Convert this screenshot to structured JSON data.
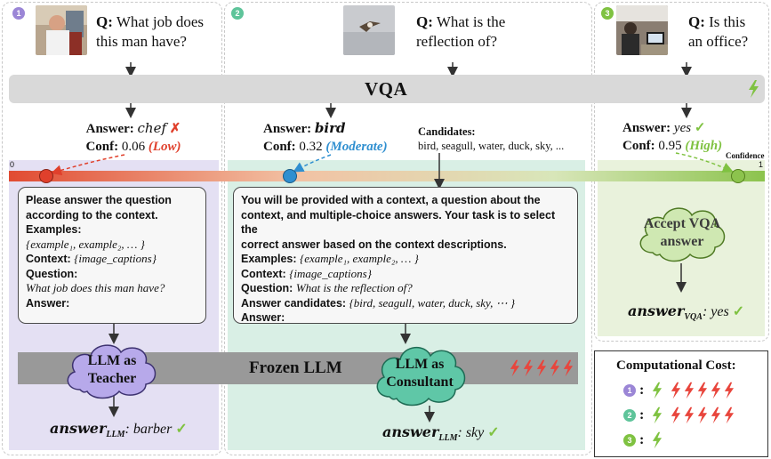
{
  "panels": [
    {
      "id": "1",
      "badge_color": "#9b86d6",
      "question_prefix": "Q:",
      "question_lines": [
        "What job does",
        "this man have?"
      ],
      "answer_label": "Answer:",
      "answer_value": "chef",
      "answer_mark": "✗",
      "conf_label": "Conf:",
      "conf_value": "0.06",
      "conf_level": "(Low)",
      "level_color": "#e0402c",
      "prompt": {
        "instruction": [
          "Please answer the question",
          "according to the context."
        ],
        "examples_label": "Examples:",
        "examples_value": "{example₁, example₂, … }",
        "context_label": "Context:",
        "context_value": "{image_captions}",
        "question_label": "Question:",
        "question_value": "What job does this man have?",
        "answer_label": "Answer:"
      },
      "cloud_lines": [
        "LLM as",
        "Teacher"
      ],
      "output_var": "answer",
      "output_sub": "LLM",
      "output_value": ": barber",
      "output_mark": "✓"
    },
    {
      "id": "2",
      "badge_color": "#5ec49a",
      "question_prefix": "Q:",
      "question_lines": [
        "What is the",
        "reflection of?"
      ],
      "answer_label": "Answer:",
      "answer_value": "bird",
      "conf_label": "Conf:",
      "conf_value": "0.32",
      "conf_level": "(Moderate)",
      "level_color": "#2f8fd0",
      "candidates_label": "Candidates:",
      "candidates_value": "bird, seagull, water, duck, sky, ...",
      "prompt": {
        "instruction": [
          "You will be provided with a context, a question about the",
          "context, and multiple-choice answers. Your task is to select the",
          "correct answer based on the context descriptions."
        ],
        "examples_label": "Examples:",
        "examples_value": "{example₁, example₂, … }",
        "context_label": "Context:",
        "context_value": "{image_captions}",
        "question_label": "Question:",
        "question_value": "What is the reflection of?",
        "candidates_label": "Answer candidates:",
        "candidates_value": "{bird, seagull, water, duck, sky, ⋯ }",
        "answer_label": "Answer:"
      },
      "cloud_lines": [
        "LLM as",
        "Consultant"
      ],
      "output_var": "answer",
      "output_sub": "LLM",
      "output_value": ": sky",
      "output_mark": "✓"
    },
    {
      "id": "3",
      "badge_color": "#7fc241",
      "question_prefix": "Q:",
      "question_lines": [
        "Is this",
        "an office?"
      ],
      "answer_label": "Answer:",
      "answer_value": "yes",
      "answer_mark": "✓",
      "conf_label": "Conf:",
      "conf_value": "0.95",
      "conf_level": "(High)",
      "level_color": "#7fc241",
      "cloud_lines": [
        "Accept VQA",
        "answer"
      ],
      "output_var": "answer",
      "output_sub": "VQA",
      "output_value": ": yes",
      "output_mark": "✓"
    }
  ],
  "vqa_label": "VQA",
  "frozen_llm_label": "Frozen LLM",
  "confidence_axis": {
    "label": "Confidence",
    "min": "0",
    "max": "1",
    "markers": [
      0.06,
      0.32,
      0.95
    ]
  },
  "cost": {
    "title": "Computational Cost:",
    "rows": [
      {
        "id": "1",
        "green_bolts": 1,
        "red_bolts": 5
      },
      {
        "id": "2",
        "green_bolts": 1,
        "red_bolts": 5
      },
      {
        "id": "3",
        "green_bolts": 1,
        "red_bolts": 0
      }
    ]
  },
  "colors": {
    "green_bolt": "#7fc241",
    "red_bolt": "#e8453c",
    "teacher_bg": "#e4e0f3",
    "consultant_bg": "#d9efe5",
    "accept_bg": "#e9f2dc",
    "check": "#7fc241",
    "cross": "#e0402c"
  }
}
